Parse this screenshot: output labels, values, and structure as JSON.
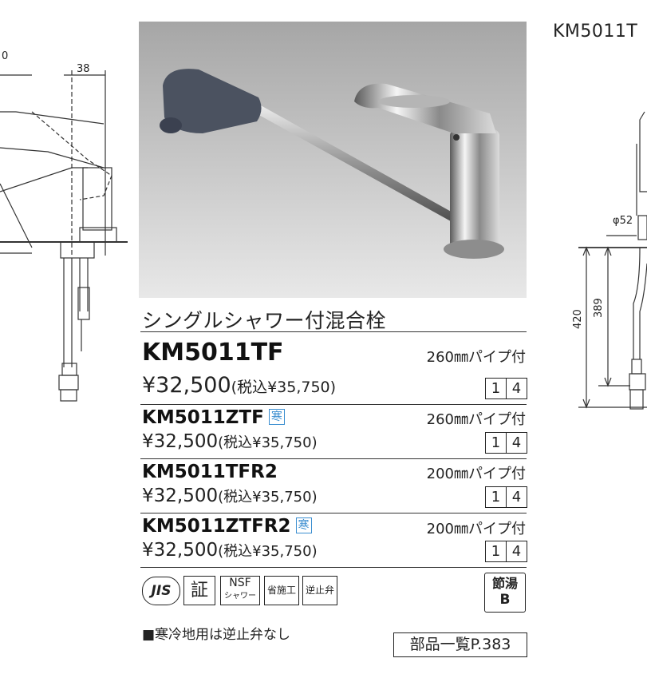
{
  "product": {
    "subtitle": "シングルシャワー付混合栓",
    "models": [
      {
        "name": "KM5011TF",
        "cold": "",
        "pipe": "260㎜パイプ付",
        "price": "¥32,500",
        "tax": "(税込¥35,750)",
        "codes": [
          "1",
          "4"
        ]
      },
      {
        "name": "KM5011ZTF",
        "cold": "寒",
        "pipe": "260㎜パイプ付",
        "price": "¥32,500",
        "tax": "(税込¥35,750)",
        "codes": [
          "1",
          "4"
        ]
      },
      {
        "name": "KM5011TFR2",
        "cold": "",
        "pipe": "200㎜パイプ付",
        "price": "¥32,500",
        "tax": "(税込¥35,750)",
        "codes": [
          "1",
          "4"
        ]
      },
      {
        "name": "KM5011ZTFR2",
        "cold": "寒",
        "pipe": "200㎜パイプ付",
        "price": "¥32,500",
        "tax": "(税込¥35,750)",
        "codes": [
          "1",
          "4"
        ]
      }
    ],
    "badges": {
      "jis": "JIS",
      "sho": "証",
      "nsf_top": "NSF",
      "nsf_bottom": "シャワー",
      "shoseko": "省施工",
      "gyakushi": "逆止弁",
      "setsuyu_top": "節湯",
      "setsuyu_bottom": "B"
    },
    "note": "■寒冷地用は逆止弁なし",
    "parts_ref": "部品一覧P.383"
  },
  "left_drawing": {
    "dim_top": "38",
    "dim_partial": "0"
  },
  "right_drawing": {
    "title": "KM5011T",
    "dim_diameter": "φ52",
    "dim_420": "420",
    "dim_389": "389"
  },
  "colors": {
    "cold_badge": "#3b8ed0",
    "photo_bg_top": "#a6a6a6",
    "photo_bg_bottom": "#e8e8e8"
  }
}
